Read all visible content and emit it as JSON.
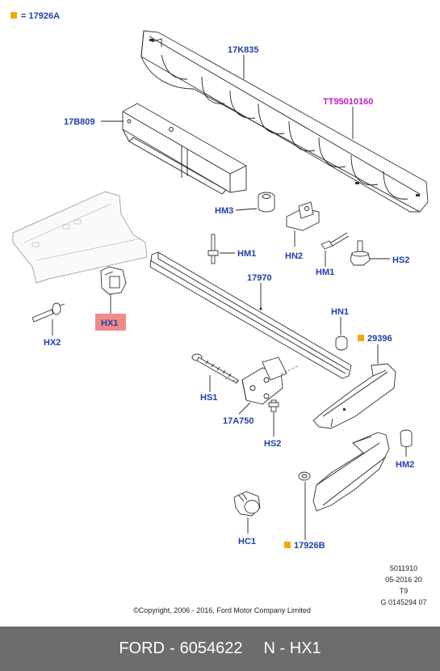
{
  "legend": {
    "marker_color": "#f5a800",
    "text": "= 17926A"
  },
  "callouts": {
    "c17K835": "17K835",
    "cTT95010160": "TT95010160",
    "c17B809": "17B809",
    "cHM3": "HM3",
    "cHN2": "HN2",
    "cHM1a": "HM1",
    "cHM1b": "HM1",
    "cHS2a": "HS2",
    "c17970": "17970",
    "cHX1": "HX1",
    "cHX2": "HX2",
    "cHN1": "HN1",
    "c29396": "29396",
    "cHS1": "HS1",
    "c17A750": "17A750",
    "cHS2b": "HS2",
    "cHM2": "HM2",
    "cHC1": "HC1",
    "c17926B": "17926B"
  },
  "colors": {
    "callout_blue": "#1f3fa8",
    "callout_magenta": "#c020c0",
    "highlight_fill": "#f08a8a",
    "marker_orange": "#f5a800",
    "footer_bg": "#6d6d6d"
  },
  "meta": {
    "line1": "5011910",
    "line2": "05-2016 20",
    "line3": "T9",
    "line4": "G 0145294 07"
  },
  "copyright": "©Copyright, 2006 - 2016, Ford Motor Company Limited",
  "footer": {
    "brand": "FORD",
    "separator1": "-",
    "part_number": "6054622",
    "code": "N - HX1"
  }
}
